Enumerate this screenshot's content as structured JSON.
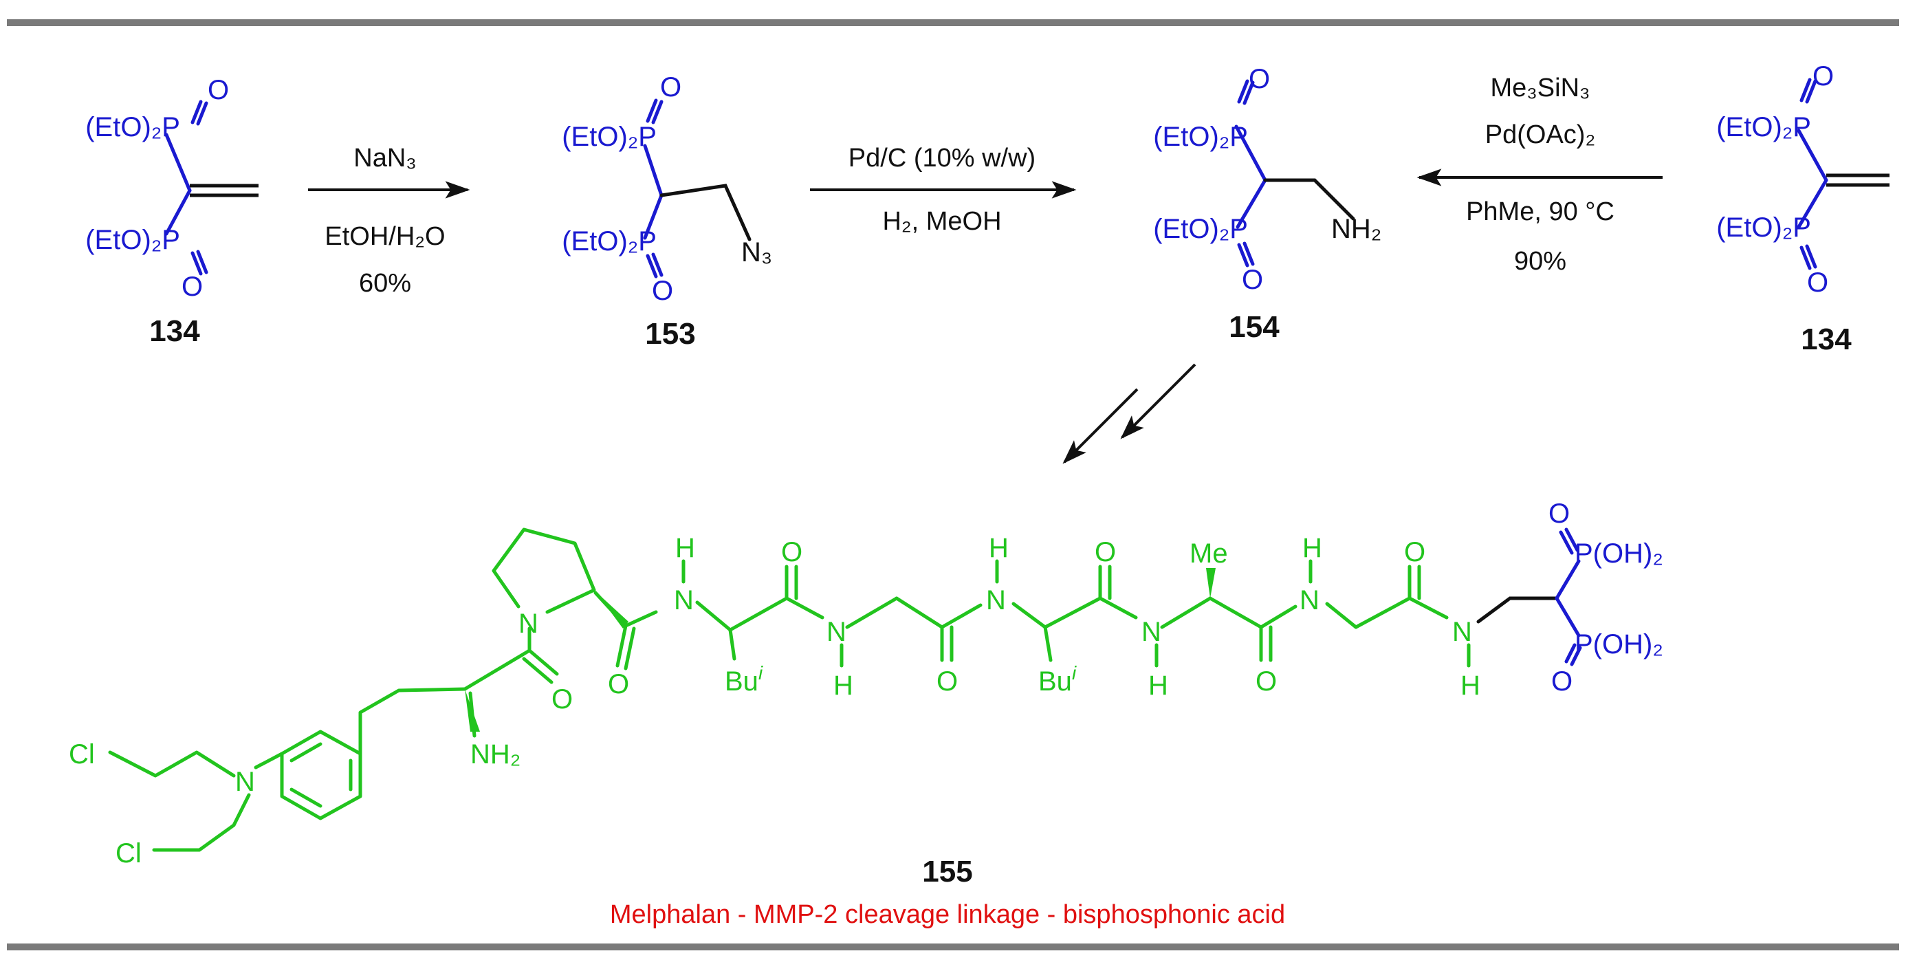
{
  "colors": {
    "bisphosphonate": "#1a1ad0",
    "peptide": "#22c41e",
    "caption": "#e01010",
    "rule": "#7a7a7a",
    "text": "#111111"
  },
  "compounds": {
    "c134": {
      "id": "134",
      "top_group": "(EtO)₂P",
      "bottom_group": "(EtO)₂P",
      "oxo": "O"
    },
    "c153": {
      "id": "153",
      "top_group": "(EtO)₂P",
      "bottom_group": "(EtO)₂P",
      "oxo": "O",
      "azide": "N₃"
    },
    "c154": {
      "id": "154",
      "top_group": "(EtO)₂P",
      "bottom_group": "(EtO)₂P",
      "oxo": "O",
      "amine": "NH₂"
    },
    "c155": {
      "id": "155",
      "caption": "Melphalan - MMP-2 cleavage linkage - bisphosphonic acid",
      "phosphonic_group": "P(OH)₂",
      "oxo": "O",
      "chloro": "Cl",
      "nitrogen": "N",
      "amino": "NH₂",
      "amide_h": "H",
      "methyl": "Me",
      "isobutyl": "Bu",
      "isobutyl_sup": "i"
    }
  },
  "reactions": {
    "step1": {
      "line1": "NaN₃",
      "line2": "EtOH/H₂O",
      "line3": "60%"
    },
    "step2": {
      "line1": "Pd/C (10% w/w)",
      "line2": "H₂, MeOH"
    },
    "step3": {
      "line1": "Me₃SiN₃",
      "line2": "Pd(OAc)₂",
      "line3": "PhMe, 90 °C",
      "line4": "90%"
    }
  }
}
